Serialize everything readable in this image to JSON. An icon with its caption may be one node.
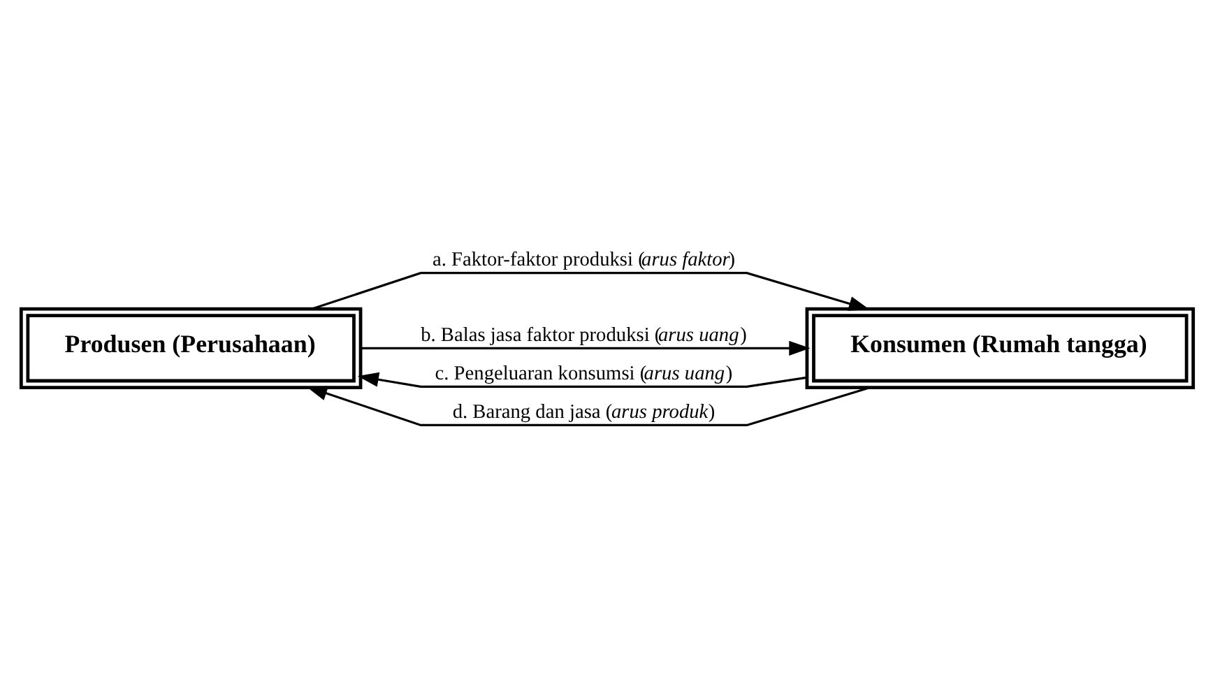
{
  "diagram": {
    "nodes": [
      {
        "text": [
          "Produsen (Perusahaan)"
        ]
      },
      {
        "text": [
          "Konsumen (Rumah tangga)"
        ]
      }
    ],
    "edges": [
      {
        "from": 0,
        "to": 1,
        "arrow": "to",
        "label": "a. Faktor-faktor produksi (*arus faktor*)"
      },
      {
        "from": 0,
        "to": 1,
        "arrow": "to",
        "label": "b. Balas jasa faktor produksi (*arus uang*)"
      },
      {
        "from": 1,
        "to": 0,
        "arrow": "to",
        "label": "c. Pengeluaran konsumsi (*arus uang*)"
      },
      {
        "from": 1,
        "to": 0,
        "arrow": "to",
        "label": "d. Barang dan jasa (*arus produk*)"
      }
    ]
  }
}
